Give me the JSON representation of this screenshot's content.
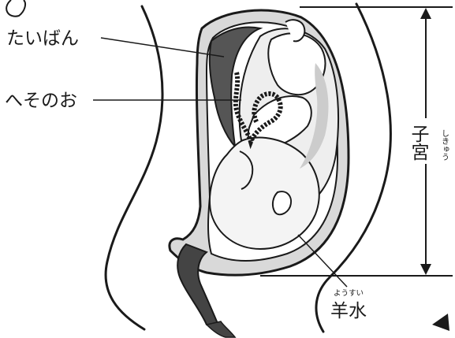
{
  "labels": {
    "placenta": "たいばん",
    "umbilical_cord": "へそのお",
    "uterus": "子宮",
    "uterus_ruby": "しきゅう",
    "amniotic_fluid": "羊水",
    "amniotic_fluid_ruby": "ようすい"
  }
}
